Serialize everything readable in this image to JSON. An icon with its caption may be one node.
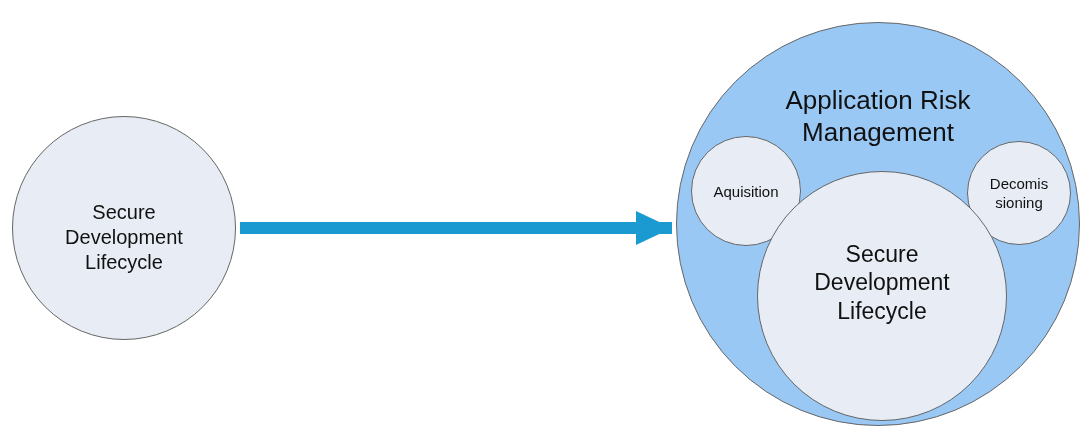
{
  "diagram": {
    "nodes": [
      {
        "text": [
          "Secure Development Lifecycle"
        ]
      },
      {
        "text": [
          "Application Risk Management"
        ]
      },
      {
        "text": [
          "Aquisition"
        ],
        "in": 1
      },
      {
        "text": [
          "Decomis sioning"
        ],
        "in": 1
      },
      {
        "text": [
          "Secure Development Lifecycle"
        ],
        "in": 1
      }
    ],
    "edges": [
      {
        "from": 0,
        "to": 1,
        "arrow": "to",
        "color": "#1a9ad0"
      }
    ]
  }
}
